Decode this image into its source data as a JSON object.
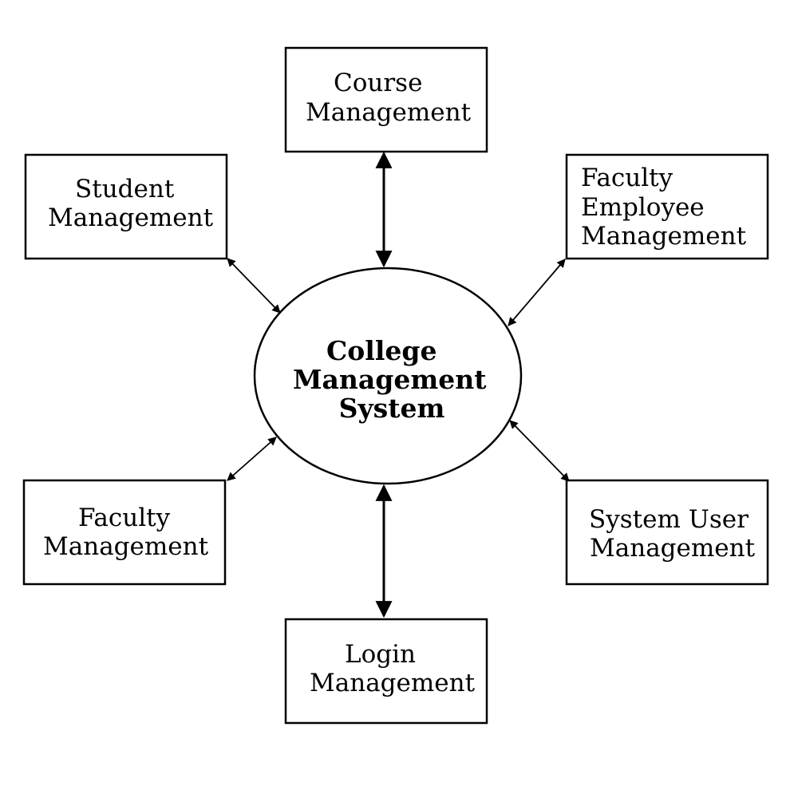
{
  "diagram": {
    "center": {
      "lines": [
        "College",
        "Management",
        "System"
      ]
    },
    "nodes": {
      "course": {
        "lines": [
          "Course",
          "Management"
        ]
      },
      "student": {
        "lines": [
          "Student",
          "Management"
        ]
      },
      "faculty_employee": {
        "lines": [
          "Faculty",
          "Employee",
          "Management"
        ]
      },
      "faculty": {
        "lines": [
          "Faculty",
          "Management"
        ]
      },
      "system_user": {
        "lines": [
          "System User",
          "Management"
        ]
      },
      "login": {
        "lines": [
          "Login",
          "Management"
        ]
      }
    }
  },
  "colors": {
    "stroke": "#000000",
    "background": "#ffffff"
  }
}
